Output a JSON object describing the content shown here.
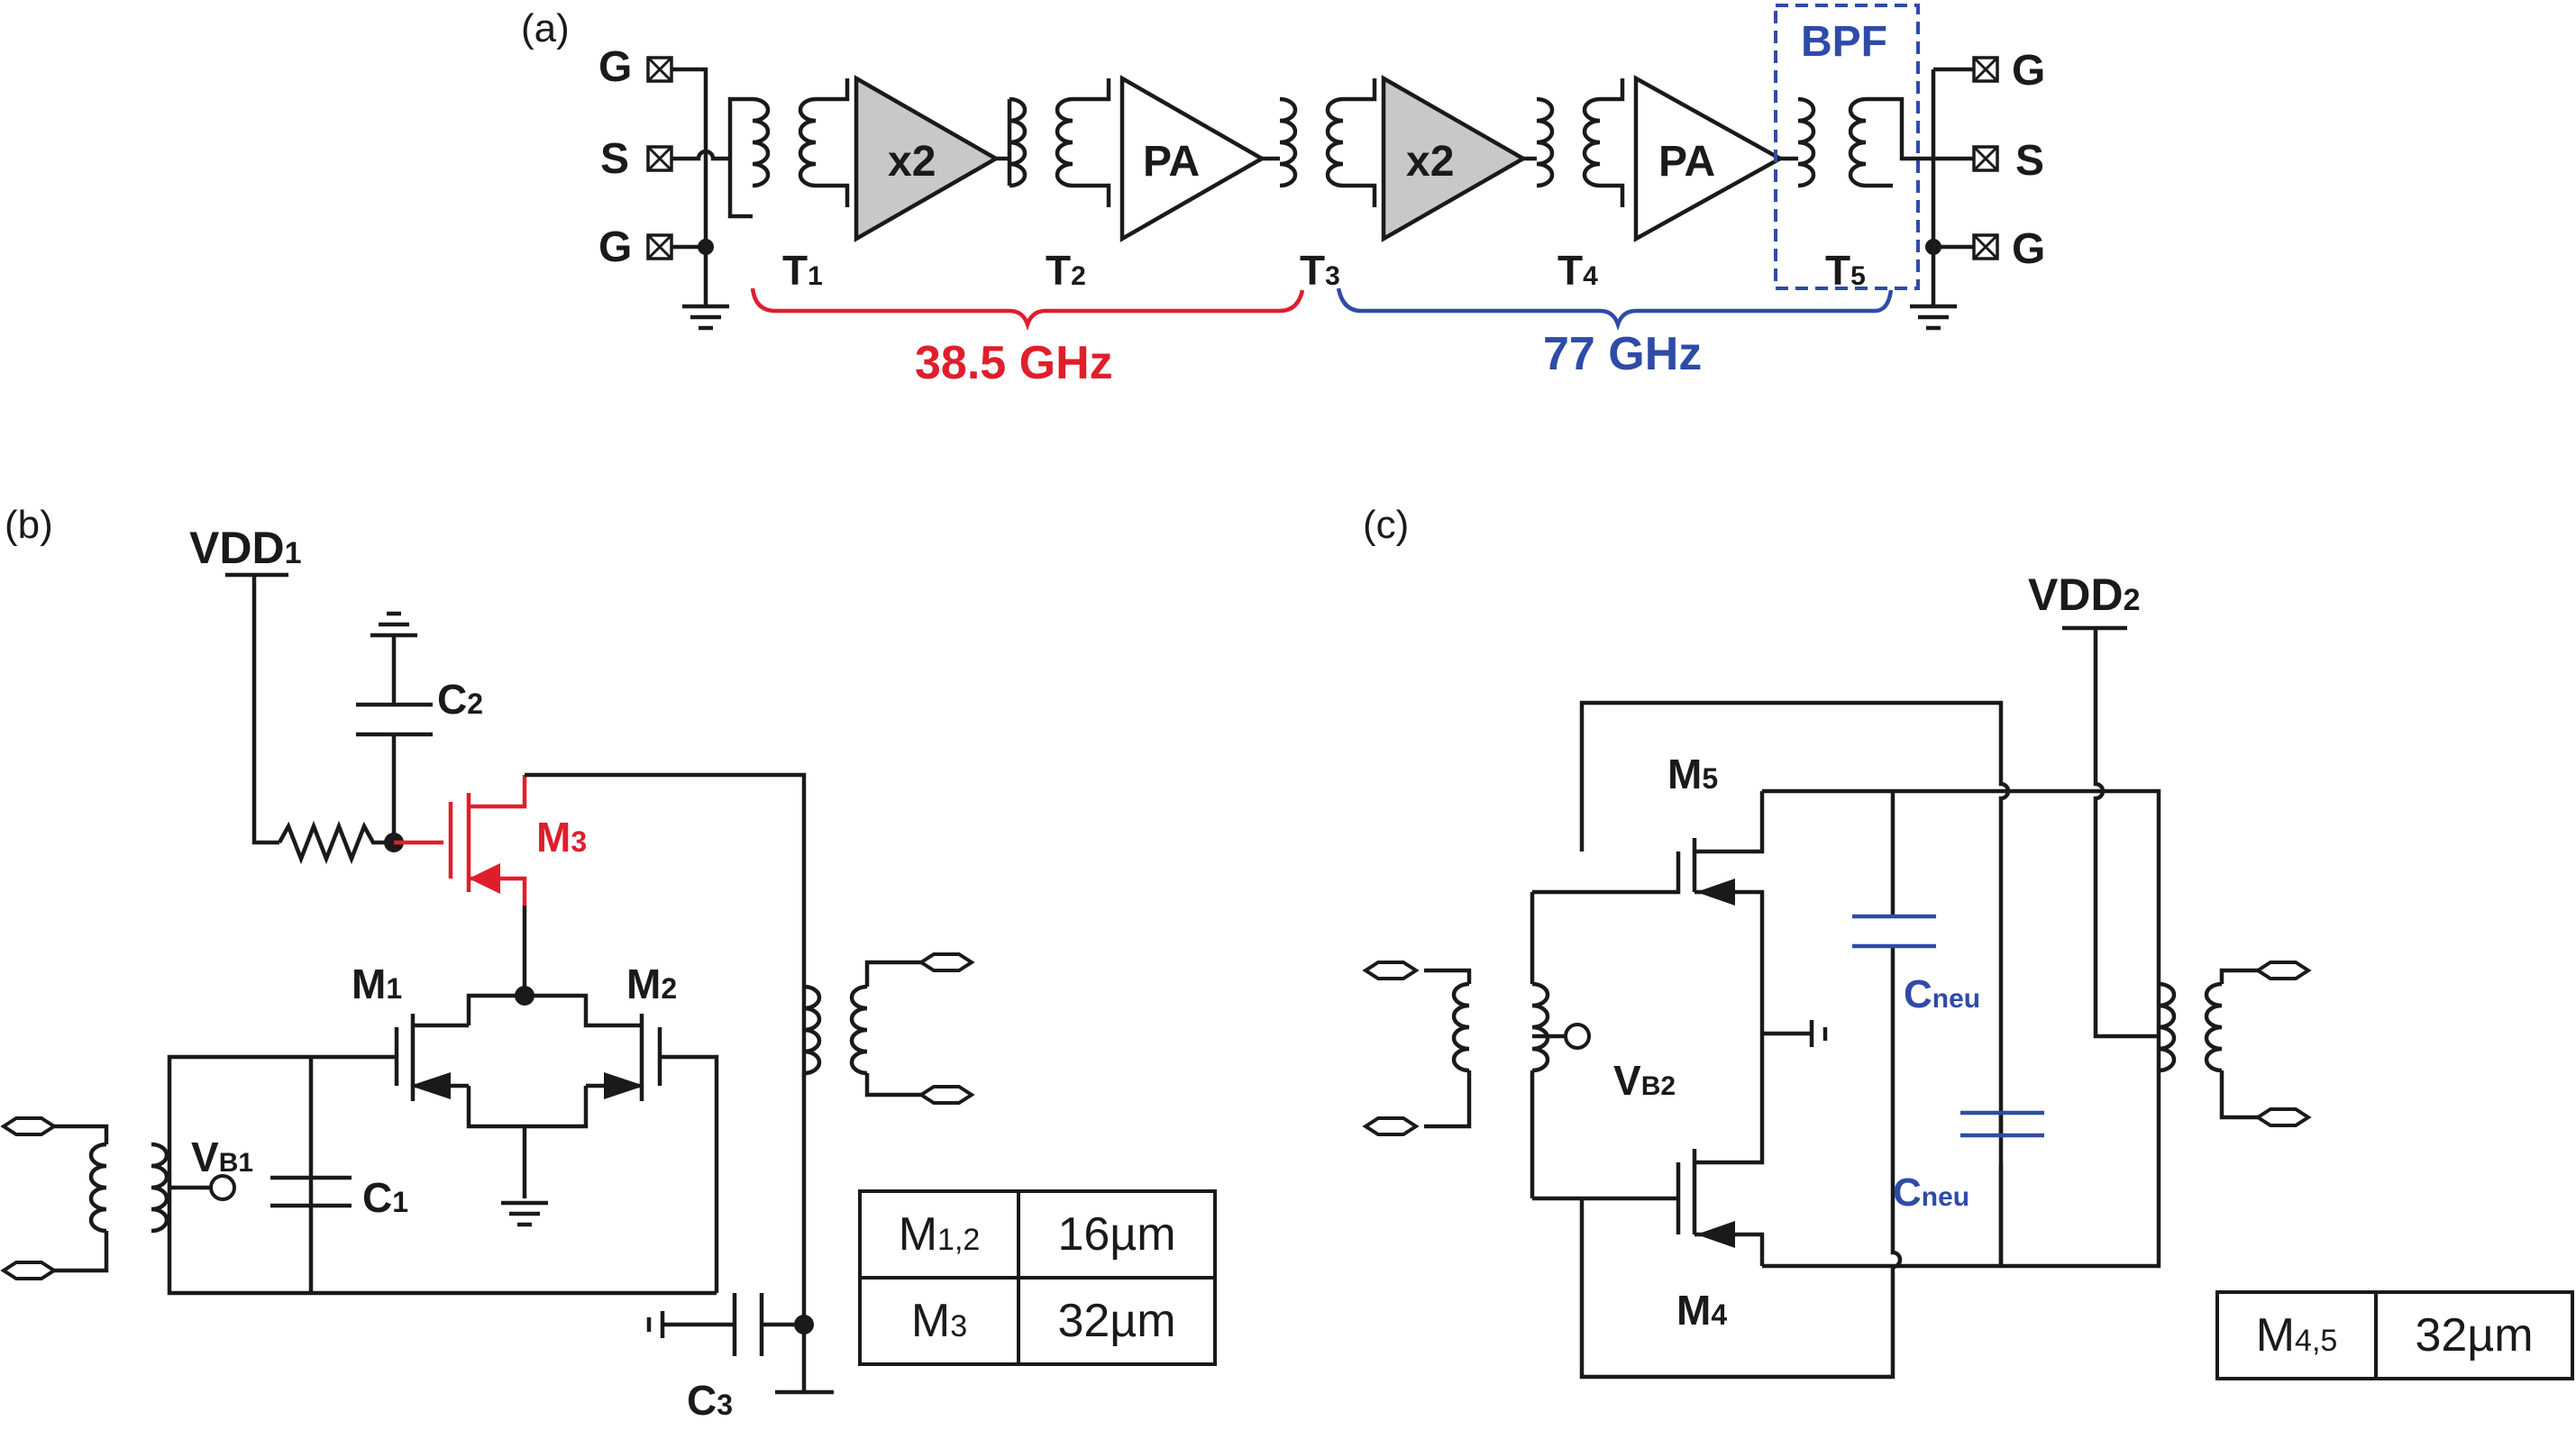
{
  "panels": {
    "a": "(a)",
    "b": "(b)",
    "c": "(c)"
  },
  "panel_a": {
    "pads_left": [
      "G",
      "S",
      "G"
    ],
    "pads_right": [
      "G",
      "S",
      "G"
    ],
    "blocks": [
      "x2",
      "PA",
      "x2",
      "PA"
    ],
    "transformers": [
      {
        "main": "T",
        "sub": "1"
      },
      {
        "main": "T",
        "sub": "2"
      },
      {
        "main": "T",
        "sub": "3"
      },
      {
        "main": "T",
        "sub": "4"
      },
      {
        "main": "T",
        "sub": "5"
      }
    ],
    "bpf_label": "BPF",
    "freq_low": "38.5 GHz",
    "freq_high": "77 GHz"
  },
  "panel_b": {
    "vdd": {
      "main": "VDD",
      "sub": "1"
    },
    "c2": {
      "main": "C",
      "sub": "2"
    },
    "m3": {
      "main": "M",
      "sub": "3"
    },
    "m1": {
      "main": "M",
      "sub": "1"
    },
    "m2": {
      "main": "M",
      "sub": "2"
    },
    "vb1": {
      "main": "V",
      "sub": "B1"
    },
    "c1": {
      "main": "C",
      "sub": "1"
    },
    "c3": {
      "main": "C",
      "sub": "3"
    },
    "table": [
      {
        "device": "M",
        "sub": "1,2",
        "width": "16µm"
      },
      {
        "device": "M",
        "sub": "3",
        "width": "32µm"
      }
    ]
  },
  "panel_c": {
    "vdd": {
      "main": "VDD",
      "sub": "2"
    },
    "m5": {
      "main": "M",
      "sub": "5"
    },
    "m4": {
      "main": "M",
      "sub": "4"
    },
    "vb2": {
      "main": "V",
      "sub": "B2"
    },
    "cneu": {
      "main": "C",
      "sub": "neu"
    },
    "table": [
      {
        "device": "M",
        "sub": "4,5",
        "width": "32µm"
      }
    ]
  },
  "colors": {
    "black": "#1a1a1a",
    "red": "#e01e2b",
    "blue": "#2e4ba8",
    "gray_fill": "#c8c8c8"
  }
}
